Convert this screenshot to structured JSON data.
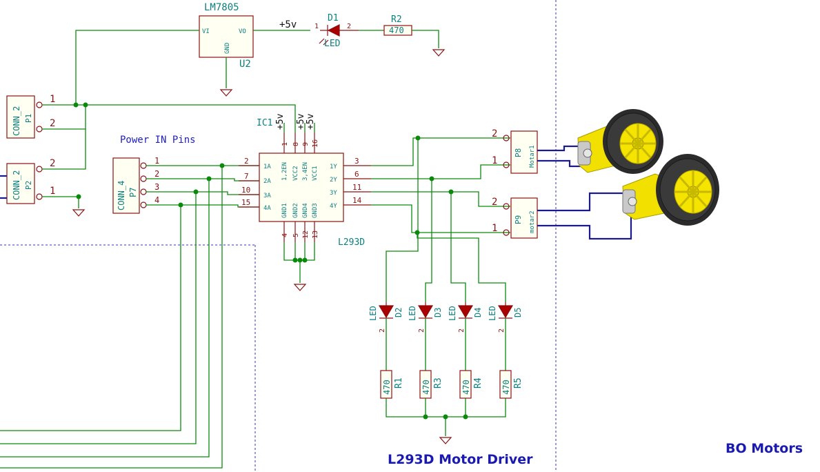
{
  "title": "L293D Motor Driver",
  "motors_label": "BO Motors",
  "power_in_label": "Power IN Pins",
  "supply_label": "+5v",
  "regulator": {
    "name": "LM7805",
    "ref": "U2",
    "vi": "VI",
    "vo": "VO",
    "gnd": "GND"
  },
  "d1": {
    "ref": "D1",
    "type": "LED",
    "pin1": "1",
    "pin2": "2"
  },
  "r2": {
    "ref": "R2",
    "value": "470"
  },
  "ic": {
    "ref": "IC1",
    "name": "L293D",
    "left_pins": [
      {
        "num": "2",
        "name": "1A"
      },
      {
        "num": "7",
        "name": "2A"
      },
      {
        "num": "10",
        "name": "3A"
      },
      {
        "num": "15",
        "name": "4A"
      }
    ],
    "right_pins": [
      {
        "num": "3",
        "name": "1Y"
      },
      {
        "num": "6",
        "name": "2Y"
      },
      {
        "num": "11",
        "name": "3Y"
      },
      {
        "num": "14",
        "name": "4Y"
      }
    ],
    "top_pins": [
      {
        "num": "1",
        "name": "1,2EN"
      },
      {
        "num": "8",
        "name": "VCC2"
      },
      {
        "num": "9",
        "name": "3,4EN"
      },
      {
        "num": "16",
        "name": "VCC1"
      }
    ],
    "bottom_pins": [
      {
        "num": "4",
        "name": "GND1"
      },
      {
        "num": "5",
        "name": "GND2"
      },
      {
        "num": "12",
        "name": "GND4"
      },
      {
        "num": "13",
        "name": "GND3"
      }
    ]
  },
  "p1": {
    "ref": "P1",
    "type": "CONN_2",
    "pin1": "1",
    "pin2": "2"
  },
  "p2": {
    "ref": "P2",
    "type": "CONN_2",
    "pin1": "2",
    "pin2": "1"
  },
  "p7": {
    "ref": "P7",
    "type": "CONN_4",
    "pins": [
      "1",
      "2",
      "3",
      "4"
    ]
  },
  "p8": {
    "ref": "P8",
    "name": "Motar1",
    "pin_top": "2",
    "pin_bottom": "1"
  },
  "p9": {
    "ref": "P9",
    "name": "motar2",
    "pin_top": "2",
    "pin_bottom": "1"
  },
  "leds": [
    {
      "ref": "D2",
      "type": "LED",
      "pin": "2"
    },
    {
      "ref": "D3",
      "type": "LED",
      "pin": "2"
    },
    {
      "ref": "D4",
      "type": "LED",
      "pin": "2"
    },
    {
      "ref": "D5",
      "type": "LED",
      "pin": "2"
    }
  ],
  "resistors": [
    {
      "ref": "R1",
      "value": "470"
    },
    {
      "ref": "R3",
      "value": "470"
    },
    {
      "ref": "R4",
      "value": "470"
    },
    {
      "ref": "R5",
      "value": "470"
    }
  ],
  "colors": {
    "wire": "#0a8a0a",
    "component": "#8b1010",
    "bus": "#1a1a8c",
    "label": "#0a7f7f",
    "title": "#1a1ab0"
  }
}
